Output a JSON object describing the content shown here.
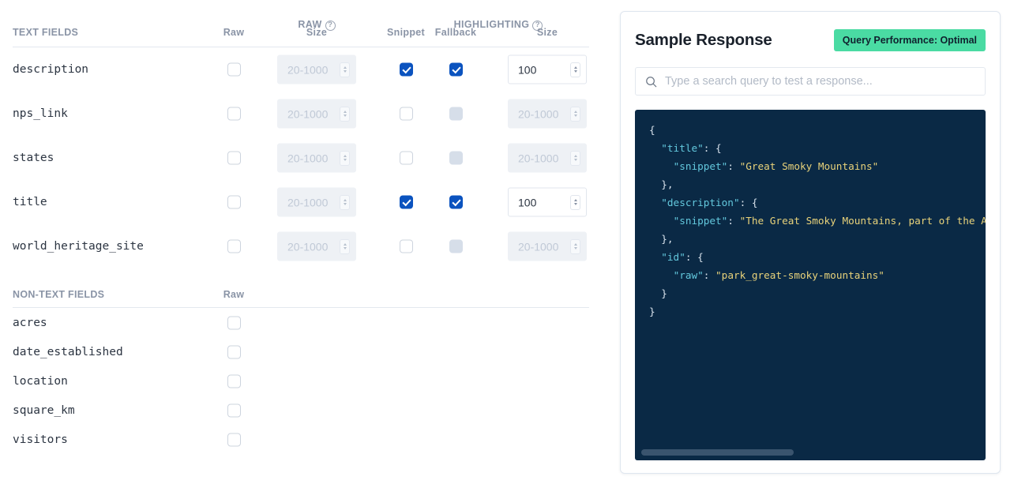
{
  "left": {
    "group_headers": [
      {
        "label": "RAW",
        "help_icon": "help-circle-icon"
      },
      {
        "label": "HIGHLIGHTING",
        "help_icon": "help-circle-icon"
      }
    ],
    "text_section": {
      "title": "TEXT FIELDS",
      "columns": {
        "raw": "Raw",
        "size_raw": "Size",
        "snippet": "Snippet",
        "fallback": "Fallback",
        "size_hl": "Size"
      },
      "rows": [
        {
          "name": "description",
          "raw_checked": false,
          "raw_size_value": "",
          "raw_size_placeholder": "20-1000",
          "raw_size_disabled": true,
          "snippet_checked": true,
          "fallback_checked": true,
          "fallback_disabled": false,
          "hl_size_value": "100",
          "hl_size_placeholder": "20-1000",
          "hl_size_disabled": false
        },
        {
          "name": "nps_link",
          "raw_checked": false,
          "raw_size_value": "",
          "raw_size_placeholder": "20-1000",
          "raw_size_disabled": true,
          "snippet_checked": false,
          "fallback_checked": false,
          "fallback_disabled": true,
          "hl_size_value": "",
          "hl_size_placeholder": "20-1000",
          "hl_size_disabled": true
        },
        {
          "name": "states",
          "raw_checked": false,
          "raw_size_value": "",
          "raw_size_placeholder": "20-1000",
          "raw_size_disabled": true,
          "snippet_checked": false,
          "fallback_checked": false,
          "fallback_disabled": true,
          "hl_size_value": "",
          "hl_size_placeholder": "20-1000",
          "hl_size_disabled": true
        },
        {
          "name": "title",
          "raw_checked": false,
          "raw_size_value": "",
          "raw_size_placeholder": "20-1000",
          "raw_size_disabled": true,
          "snippet_checked": true,
          "fallback_checked": true,
          "fallback_disabled": false,
          "hl_size_value": "100",
          "hl_size_placeholder": "20-1000",
          "hl_size_disabled": false
        },
        {
          "name": "world_heritage_site",
          "raw_checked": false,
          "raw_size_value": "",
          "raw_size_placeholder": "20-1000",
          "raw_size_disabled": true,
          "snippet_checked": false,
          "fallback_checked": false,
          "fallback_disabled": true,
          "hl_size_value": "",
          "hl_size_placeholder": "20-1000",
          "hl_size_disabled": true
        }
      ]
    },
    "nontext_section": {
      "title": "NON-TEXT FIELDS",
      "columns": {
        "raw": "Raw"
      },
      "rows": [
        {
          "name": "acres",
          "raw_checked": false
        },
        {
          "name": "date_established",
          "raw_checked": false
        },
        {
          "name": "location",
          "raw_checked": false
        },
        {
          "name": "square_km",
          "raw_checked": false
        },
        {
          "name": "visitors",
          "raw_checked": false
        }
      ]
    }
  },
  "right": {
    "title": "Sample Response",
    "badge": "Query Performance: Optimal",
    "badge_color": "#4adba3",
    "search": {
      "icon": "search-icon",
      "value": "",
      "placeholder": "Type a search query to test a response..."
    },
    "code": {
      "background": "#0a2945",
      "key_color": "#63c8dd",
      "string_color": "#e8d27a",
      "lines": [
        {
          "indent": 0,
          "parts": [
            {
              "t": "{",
              "c": "punct"
            }
          ]
        },
        {
          "indent": 1,
          "parts": [
            {
              "t": "\"title\"",
              "c": "key"
            },
            {
              "t": ": {",
              "c": "punct"
            }
          ]
        },
        {
          "indent": 2,
          "parts": [
            {
              "t": "\"snippet\"",
              "c": "key"
            },
            {
              "t": ": ",
              "c": "punct"
            },
            {
              "t": "\"Great Smoky Mountains\"",
              "c": "str"
            }
          ]
        },
        {
          "indent": 1,
          "parts": [
            {
              "t": "},",
              "c": "punct"
            }
          ]
        },
        {
          "indent": 1,
          "parts": [
            {
              "t": "\"description\"",
              "c": "key"
            },
            {
              "t": ": {",
              "c": "punct"
            }
          ]
        },
        {
          "indent": 2,
          "parts": [
            {
              "t": "\"snippet\"",
              "c": "key"
            },
            {
              "t": ": ",
              "c": "punct"
            },
            {
              "t": "\"The Great Smoky Mountains, part of the Appa",
              "c": "str"
            }
          ]
        },
        {
          "indent": 1,
          "parts": [
            {
              "t": "},",
              "c": "punct"
            }
          ]
        },
        {
          "indent": 1,
          "parts": [
            {
              "t": "\"id\"",
              "c": "key"
            },
            {
              "t": ": {",
              "c": "punct"
            }
          ]
        },
        {
          "indent": 2,
          "parts": [
            {
              "t": "\"raw\"",
              "c": "key"
            },
            {
              "t": ": ",
              "c": "punct"
            },
            {
              "t": "\"park_great-smoky-mountains\"",
              "c": "str"
            }
          ]
        },
        {
          "indent": 1,
          "parts": [
            {
              "t": "}",
              "c": "punct"
            }
          ]
        },
        {
          "indent": 0,
          "parts": [
            {
              "t": "}",
              "c": "punct"
            }
          ]
        }
      ]
    },
    "scrollbar": {
      "name": "horizontal-scrollbar",
      "thumb_percent": 45
    }
  }
}
